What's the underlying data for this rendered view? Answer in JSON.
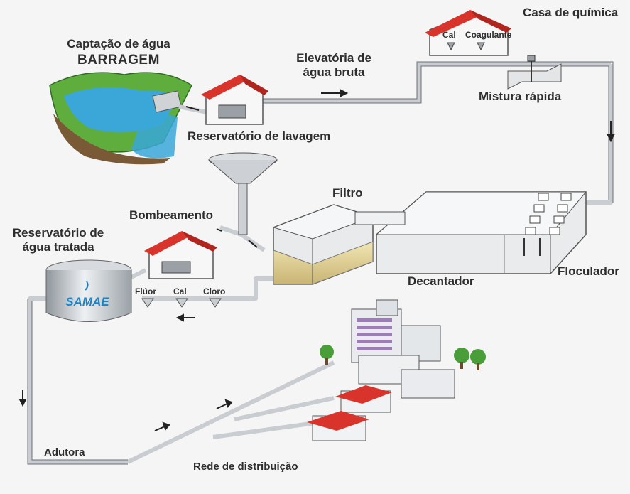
{
  "labels": {
    "captacao_line1": "Captação de água",
    "captacao_line2": "BARRAGEM",
    "elevatoria_line1": "Elevatória de",
    "elevatoria_line2": "água bruta",
    "casa_quimica": "Casa de química",
    "cal_top": "Cal",
    "coagulante": "Coagulante",
    "mistura_rapida": "Mistura rápida",
    "reservatorio_lavagem": "Reservatório de lavagem",
    "filtro": "Filtro",
    "bombeamento": "Bombeamento",
    "reservatorio_tratada_line1": "Reservatório de",
    "reservatorio_tratada_line2": "água tratada",
    "fluor": "Flúor",
    "cal_bottom": "Cal",
    "cloro": "Cloro",
    "decantador": "Decantador",
    "floculador": "Floculador",
    "adutora": "Adutora",
    "rede_distribuicao": "Rede de distribuição",
    "logo_text": "SAMAE"
  },
  "colors": {
    "roof": "#d9342b",
    "water": "#3aa7d8",
    "grass": "#4a9e3a",
    "pipe": "#d7dadd",
    "outline": "#444444",
    "logo": "#1d84c4"
  }
}
